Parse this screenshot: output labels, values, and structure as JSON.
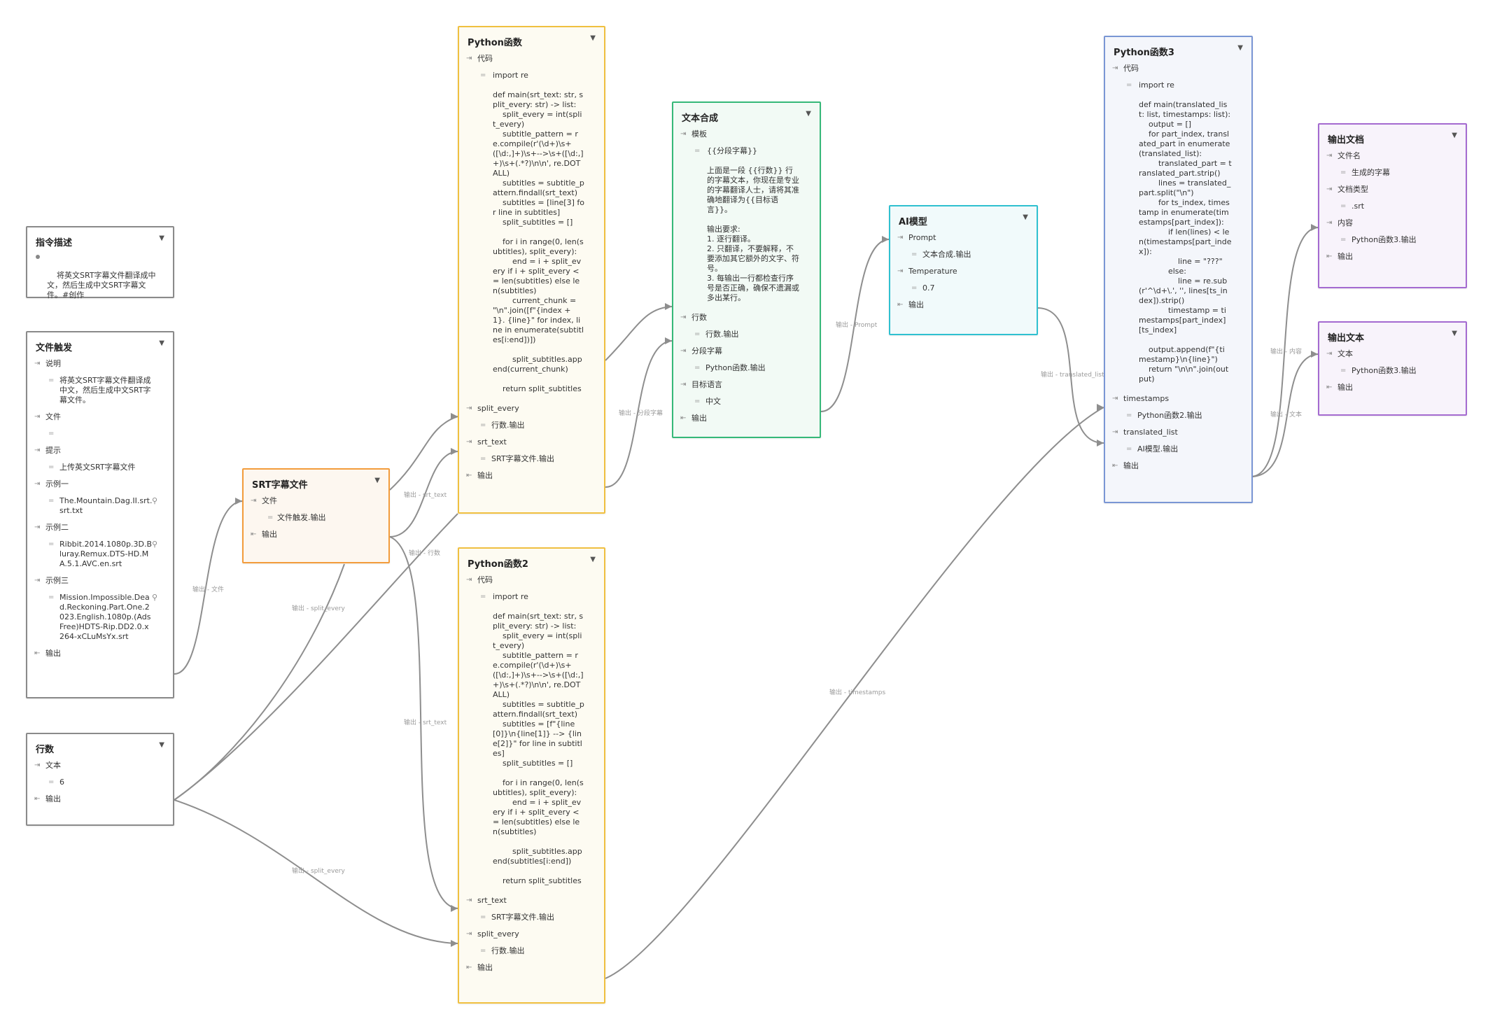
{
  "colors": {
    "gray": "#8a8a8a",
    "orange": "#f39c3c",
    "yellow": "#f0c040",
    "green": "#35b878",
    "cyan": "#2fc0d0",
    "blue": "#7a96d4",
    "purple": "#a46ad0",
    "wire": "#8e8e8e"
  },
  "icons": {
    "collapse": "chevron-down-icon",
    "input": "input-arrow-icon",
    "output": "output-arrow-icon",
    "value": "equals-icon",
    "attachment": "paperclip-icon",
    "bullet": "bullet-dot-icon"
  },
  "nodes": {
    "desc": {
      "title": "指令描述",
      "bullet": "将英文SRT字幕文件翻译成中文，然后生成中文SRT字幕文件。#创作"
    },
    "trigger": {
      "title": "文件触发",
      "f1_label": "说明",
      "f1_value": "将英文SRT字幕文件翻译成中文，然后生成中文SRT字幕文件。",
      "f2_label": "文件",
      "f3_label": "提示",
      "f3_value": "上传英文SRT字幕文件",
      "f4_label": "示例一",
      "f4_value": "The.Mountain.Dag.II.srt.srt.txt",
      "f5_label": "示例二",
      "f5_value": "Ribbit.2014.1080p.3D.Bluray.Remux.DTS-HD.MA.5.1.AVC.en.srt",
      "f6_label": "示例三",
      "f6_value": "Mission.Impossible.Dead.Reckoning.Part.One.2023.English.1080p.(AdsFree)HDTS-Rip.DD2.0.x264-xCLuMsYx.srt",
      "out_label": "输出"
    },
    "lines": {
      "title": "行数",
      "f1_label": "文本",
      "f1_value": "6",
      "out_label": "输出"
    },
    "srt": {
      "title": "SRT字幕文件",
      "f1_label": "文件",
      "f1_value": "文件触发.输出",
      "out_label": "输出"
    },
    "py1": {
      "title": "Python函数",
      "code_label": "代码",
      "code_value": "import re\n\ndef main(srt_text: str, split_every: str) -> list:\n    split_every = int(split_every)\n    subtitle_pattern = re.compile(r'(\\d+)\\s+([\\d:,]+)\\s+-->\\s+([\\d:,]+)\\s+(.*?)\\n\\n', re.DOTALL)\n    subtitles = subtitle_pattern.findall(srt_text)\n    subtitles = [line[3] for line in subtitles]\n    split_subtitles = []\n\n    for i in range(0, len(subtitles), split_every):\n        end = i + split_every if i + split_every <= len(subtitles) else len(subtitles)\n        current_chunk = \"\\n\".join([f\"{index + 1}. {line}\" for index, line in enumerate(subtitles[i:end])])\n\n        split_subtitles.append(current_chunk)\n\n    return split_subtitles",
      "split_label": "split_every",
      "split_value": "行数.输出",
      "srt_label": "srt_text",
      "srt_value": "SRT字幕文件.输出",
      "out_label": "输出"
    },
    "py2": {
      "title": "Python函数2",
      "code_label": "代码",
      "code_value": "import re\n\ndef main(srt_text: str, split_every: str) -> list:\n    split_every = int(split_every)\n    subtitle_pattern = re.compile(r'(\\d+)\\s+([\\d:,]+)\\s+-->\\s+([\\d:,]+)\\s+(.*?)\\n\\n', re.DOTALL)\n    subtitles = subtitle_pattern.findall(srt_text)\n    subtitles = [f\"{line[0]}\\n{line[1]} --> {line[2]}\" for line in subtitles]\n    split_subtitles = []\n\n    for i in range(0, len(subtitles), split_every):\n        end = i + split_every if i + split_every <= len(subtitles) else len(subtitles)\n\n        split_subtitles.append(subtitles[i:end])\n\n    return split_subtitles",
      "srt_label": "srt_text",
      "srt_value": "SRT字幕文件.输出",
      "split_label": "split_every",
      "split_value": "行数.输出",
      "out_label": "输出"
    },
    "compose": {
      "title": "文本合成",
      "tpl_label": "模板",
      "tpl_value": "{{分段字幕}}\n\n上面是一段 {{行数}} 行的字幕文本，你现在是专业的字幕翻译人士，请将其准确地翻译为{{目标语言}}。\n\n输出要求:\n1. 逐行翻译。\n2. 只翻译，不要解释，不要添加其它额外的文字、符号。\n3. 每输出一行都检查行序号是否正确，确保不遗漏或多出某行。",
      "f2_label": "行数",
      "f2_value": "行数.输出",
      "f3_label": "分段字幕",
      "f3_value": "Python函数.输出",
      "f4_label": "目标语言",
      "f4_value": "中文",
      "out_label": "输出"
    },
    "ai": {
      "title": "AI模型",
      "f1_label": "Prompt",
      "f1_value": "文本合成.输出",
      "f2_label": "Temperature",
      "f2_value": "0.7",
      "out_label": "输出"
    },
    "py3": {
      "title": "Python函数3",
      "code_label": "代码",
      "code_value": "import re\n\ndef main(translated_list: list, timestamps: list):\n    output = []\n    for part_index, translated_part in enumerate(translated_list):\n        translated_part = translated_part.strip()\n        lines = translated_part.split(\"\\n\")\n        for ts_index, timestamp in enumerate(timestamps[part_index]):\n            if len(lines) < len(timestamps[part_index]):\n                line = \"???\"\n            else:\n                line = re.sub(r'^\\d+\\.', '', lines[ts_index]).strip()\n            timestamp = timestamps[part_index][ts_index]\n\n    output.append(f\"{timestamp}\\n{line}\")\n    return \"\\n\\n\".join(output)",
      "ts_label": "timestamps",
      "ts_value": "Python函数2.输出",
      "tl_label": "translated_list",
      "tl_value": "AI模型.输出",
      "out_label": "输出"
    },
    "outdoc": {
      "title": "输出文档",
      "f1_label": "文件名",
      "f1_value": "生成的字幕",
      "f2_label": "文档类型",
      "f2_value": ".srt",
      "f3_label": "内容",
      "f3_value": "Python函数3.输出",
      "out_label": "输出"
    },
    "outtext": {
      "title": "输出文本",
      "f1_label": "文本",
      "f1_value": "Python函数3.输出",
      "out_label": "输出"
    }
  },
  "edges": {
    "trigger_srt": "输出 - 文件",
    "srt_py1": "输出 - srt_text",
    "srt_py2": "输出 - srt_text",
    "lines_py1": "输出 - 行数",
    "lines_py1_split": "输出 - split_every",
    "lines_py2_split": "输出 - split_every",
    "py1_compose": "输出 - 分段字幕",
    "compose_ai": "输出 - Prompt",
    "ai_py3": "输出 - translated_list",
    "py2_py3": "输出 - timestamps",
    "py3_outdoc": "输出 - 内容",
    "py3_outtext": "输出 - 文本"
  }
}
